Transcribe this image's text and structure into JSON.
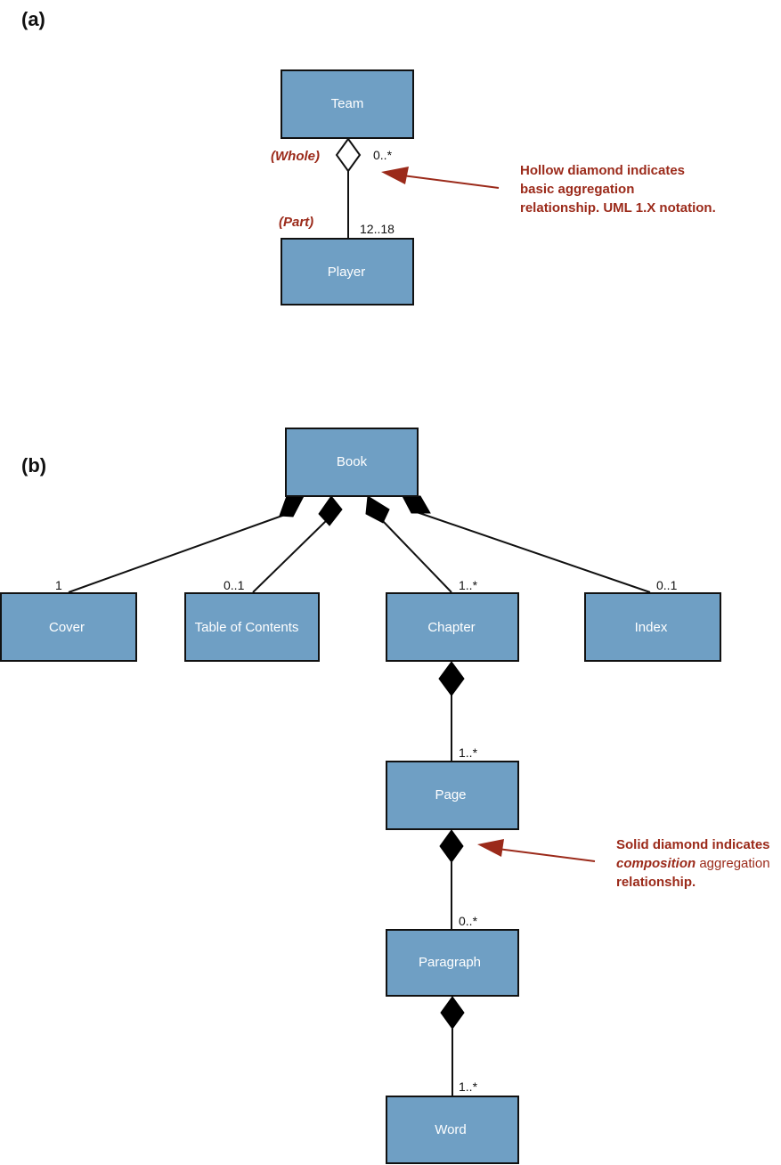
{
  "panels": {
    "a": "(a)",
    "b": "(b)"
  },
  "part_a": {
    "classes": {
      "team": "Team",
      "player": "Player"
    },
    "roles": {
      "whole": "(Whole)",
      "part": "(Part)"
    },
    "multiplicities": {
      "team_end": "0..*",
      "player_end": "12..18"
    },
    "note": {
      "line1": "Hollow diamond indicates",
      "line2": "basic aggregation",
      "line3": "relationship. UML 1.X notation."
    }
  },
  "part_b": {
    "classes": {
      "book": "Book",
      "cover": "Cover",
      "toc": "Table of Contents",
      "chapter": "Chapter",
      "index": "Index",
      "page": "Page",
      "paragraph": "Paragraph",
      "word": "Word"
    },
    "multiplicities": {
      "cover": "1",
      "toc": "0..1",
      "chapter": "1..*",
      "index": "0..1",
      "page": "1..*",
      "paragraph": "0..*",
      "word": "1..*"
    },
    "note": {
      "line1": "Solid diamond indicates",
      "line2_em": "composition",
      "line2_rest": " aggregation",
      "line3": "relationship."
    }
  },
  "colors": {
    "box_fill": "#6f9fc4",
    "box_stroke": "#111111",
    "annotation": "#9b2a1a"
  },
  "icons": {
    "hollow_diamond": "hollow-diamond-icon",
    "solid_diamond": "solid-diamond-icon",
    "annotation_arrow": "arrow-icon"
  }
}
